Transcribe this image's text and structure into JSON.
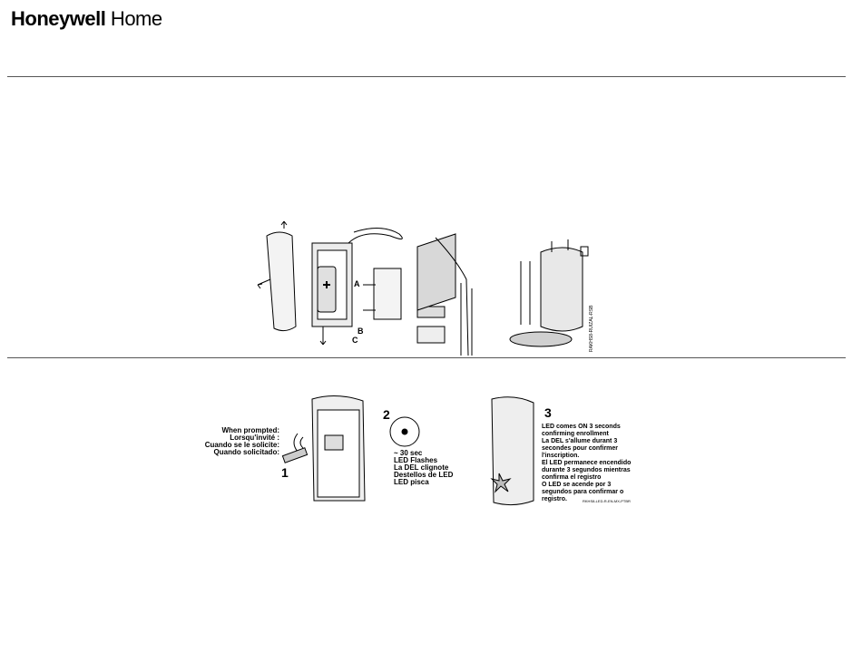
{
  "header": {
    "brand_bold": "Honeywell",
    "brand_regular": " Home"
  },
  "install_figure": {
    "callouts": [
      "A",
      "B",
      "C"
    ],
    "doc_code": "RAKHS8-RUIZAL-RSB"
  },
  "enroll_figure": {
    "step1": {
      "number": "1",
      "lines": [
        "When prompted:",
        "Lorsqu'invité :",
        "Cuando se le solicite:",
        "Quando solicitado:"
      ]
    },
    "step2": {
      "number": "2",
      "lines": [
        "~ 30 sec",
        "LED Flashes",
        "La DEL clignote",
        "Destellos de LED",
        "LED pisca"
      ]
    },
    "step3": {
      "number": "3",
      "lines": [
        "LED comes ON 3 seconds",
        "confirming enrollment",
        "La DEL s'allume durant 3",
        "secondes pour confirmer",
        "l'inscription.",
        "El LED permanece encendido",
        "durante 3 segundos mientras",
        "confirma el registro",
        "O LED se acende por 3",
        "segundos para confirmar o",
        "registro."
      ],
      "doc_code": "RKHS8-LED-R-EN-MX-PTBR"
    }
  }
}
